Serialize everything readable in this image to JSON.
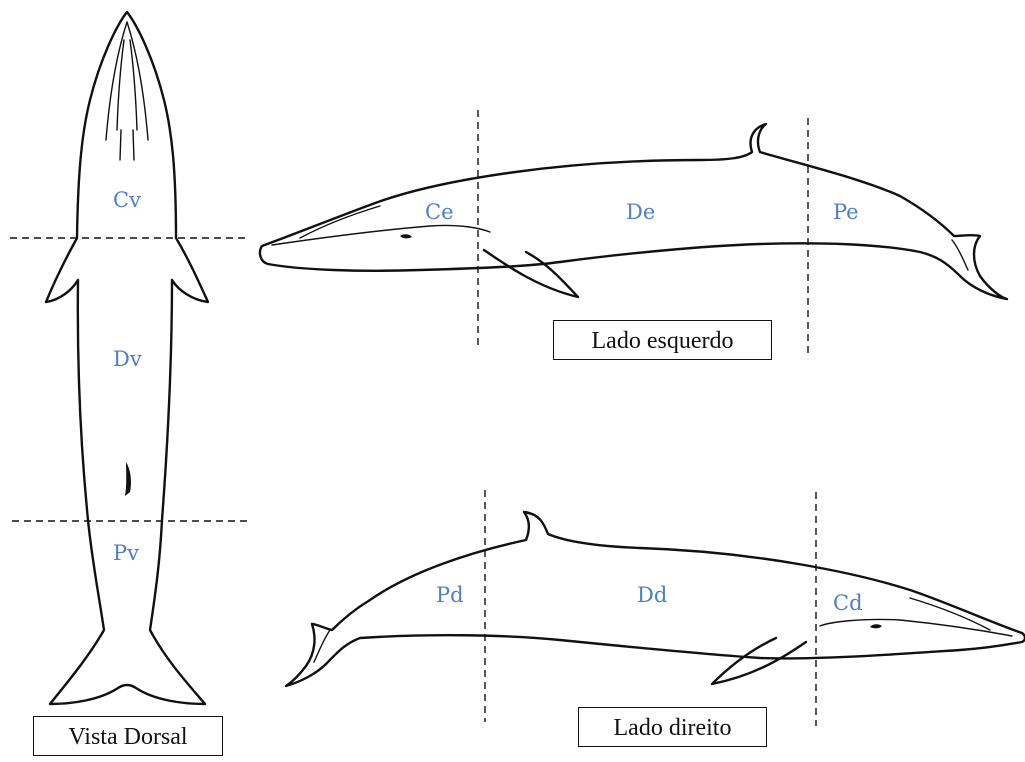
{
  "views": {
    "dorsal": {
      "caption": "Vista Dorsal",
      "regions": {
        "head": "Cv",
        "body": "Dv",
        "tail": "Pv"
      }
    },
    "left": {
      "caption": "Lado esquerdo",
      "regions": {
        "head": "Ce",
        "body": "De",
        "tail": "Pe"
      }
    },
    "right": {
      "caption": "Lado direito",
      "regions": {
        "head": "Cd",
        "body": "Dd",
        "tail": "Pd"
      }
    }
  },
  "colors": {
    "label": "#4f7fc4",
    "outline": "#111111",
    "background": "#ffffff"
  }
}
